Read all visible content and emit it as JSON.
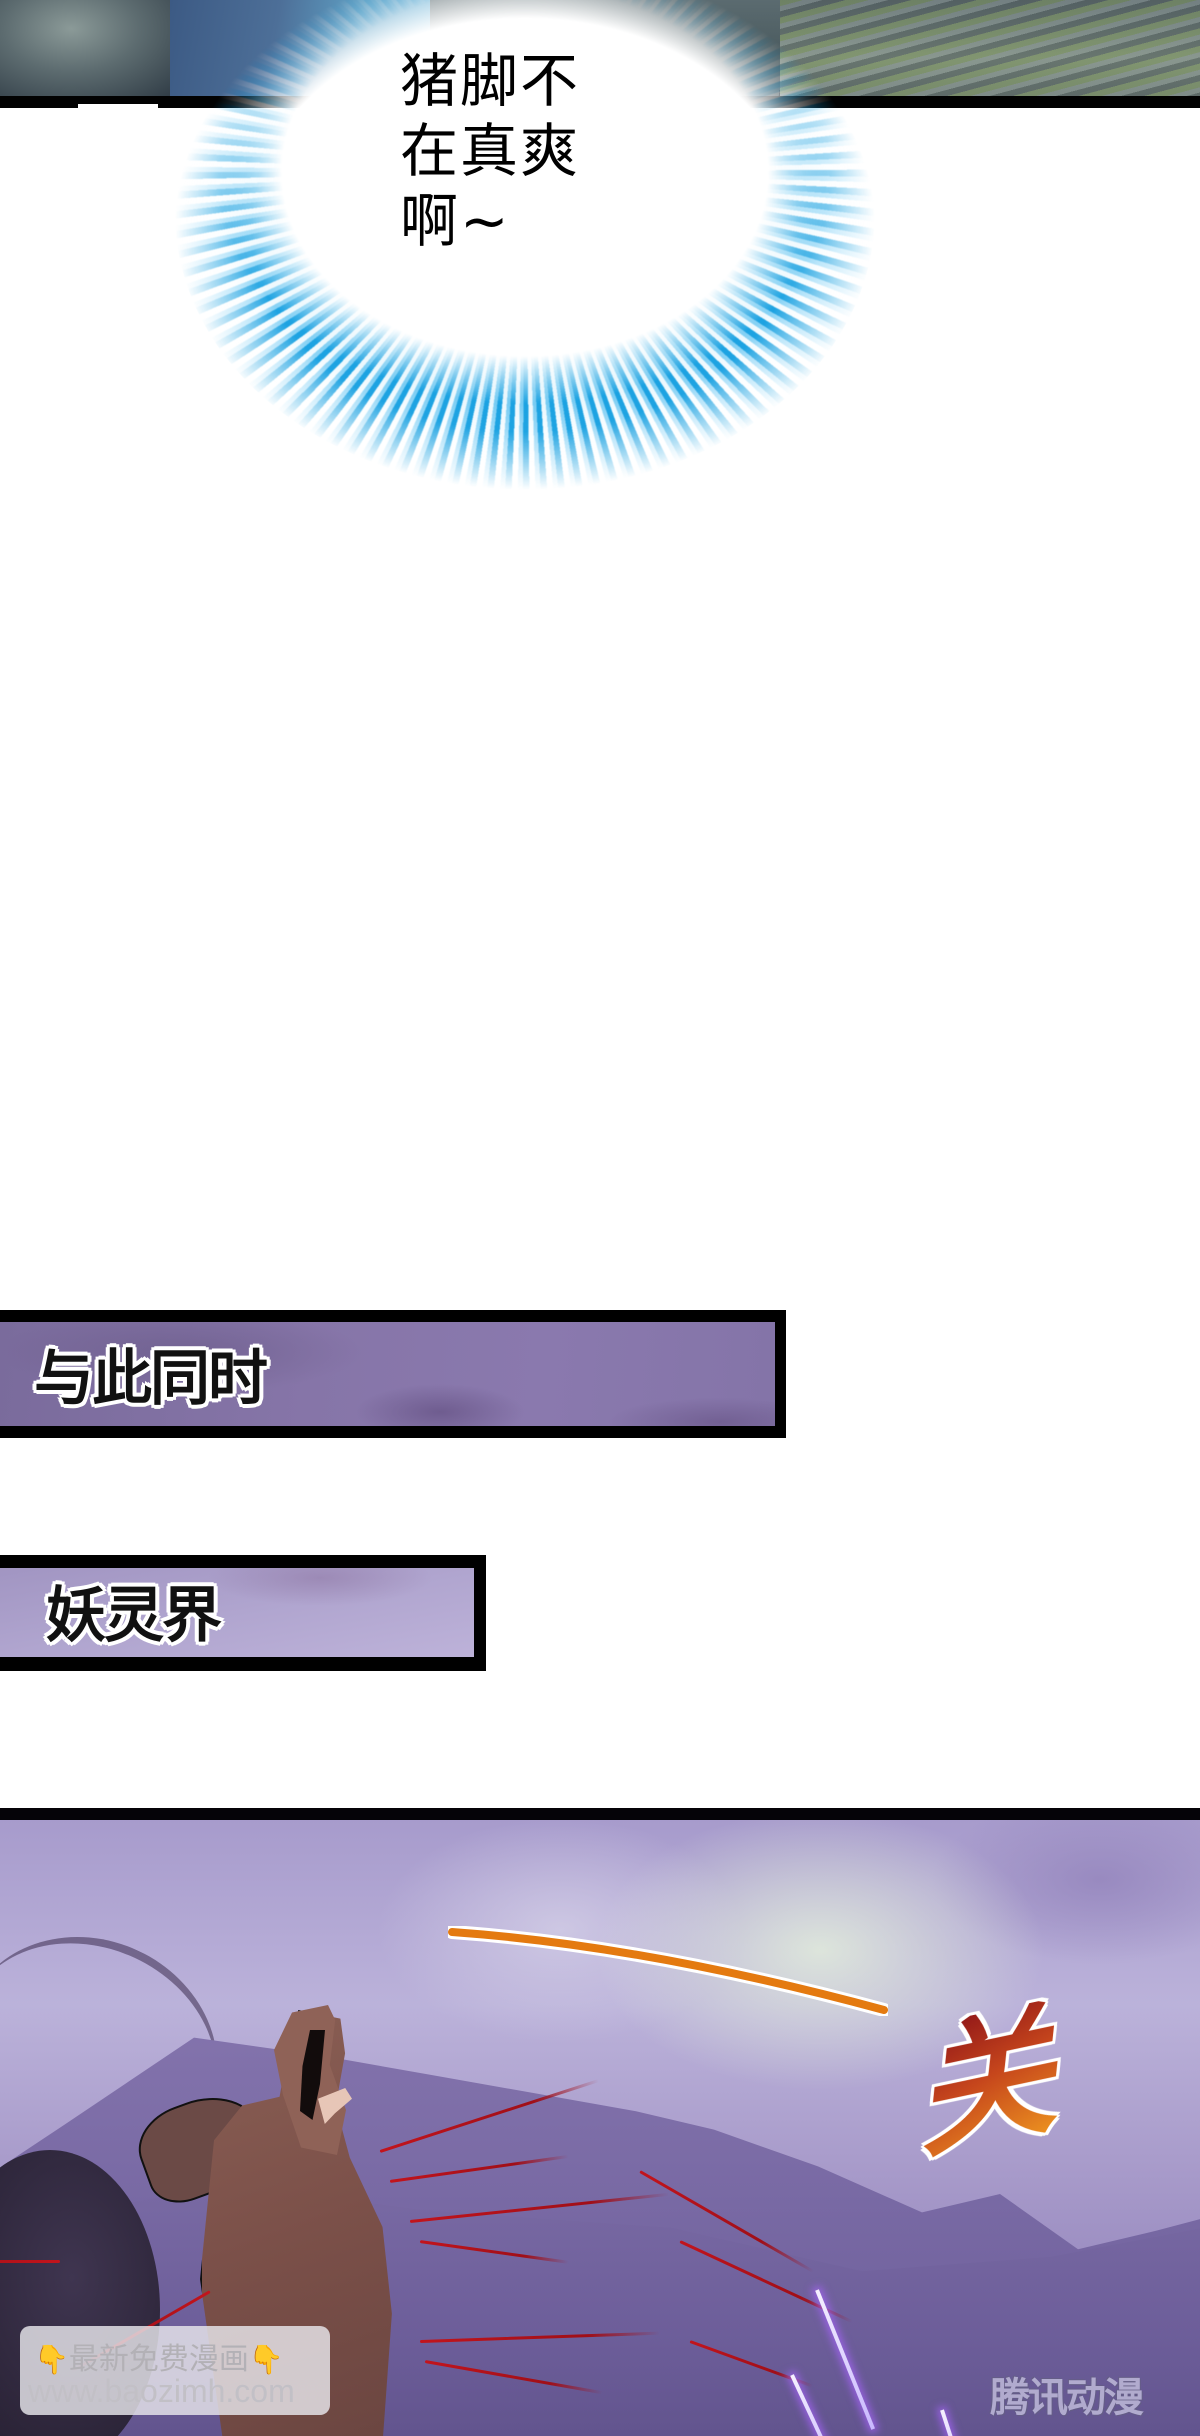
{
  "page": {
    "type": "vertical comic strip",
    "background": "#ffffff"
  },
  "top_panel": {
    "description": "rocky cliff scene cut off at top",
    "border_color": "#020202"
  },
  "speech_bubble": {
    "style": "cyan glow burst",
    "glow_color": "#30aee6",
    "lines": [
      "猪脚不",
      "在真爽",
      "啊~"
    ]
  },
  "captions": [
    {
      "text": "与此同时",
      "bg_color": "#8675a8",
      "border_color": "#000000"
    },
    {
      "text": "妖灵界",
      "bg_color": "#b0a5cf",
      "border_color": "#000000"
    }
  ],
  "battle_panel": {
    "description": "monster struck by flying swords under a purple sky",
    "sky_color": "#bbb2da",
    "mountain_color": "#7667a2",
    "monster_color": "#7b5049",
    "blood_color": "#c2141c",
    "slash_color": "#e47a10",
    "sword_glow_color": "#aa64ff",
    "sfx_text": "关"
  },
  "watermarks": {
    "baozi": {
      "line1_emoji": "👇",
      "line1_text": "最新免费漫画",
      "line2_text": "www.baozimh.com"
    },
    "tencent": {
      "text": "腾讯动漫"
    }
  }
}
